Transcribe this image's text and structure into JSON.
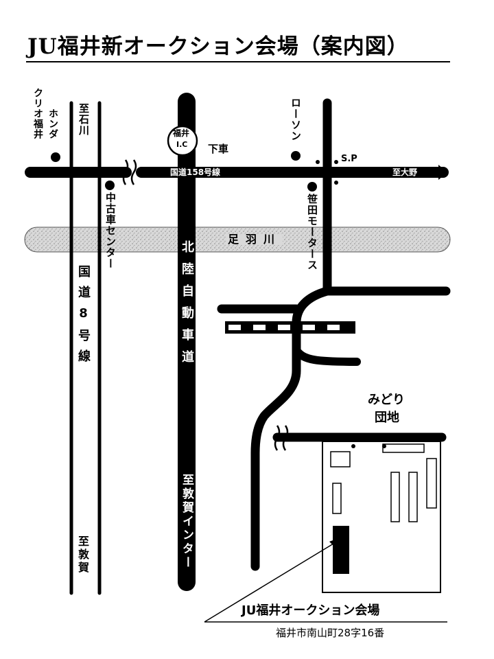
{
  "title": "JU福井新オークション会場（案内図）",
  "labels": {
    "kurio_fukui": "クリオ福井",
    "honda": "ホンダ",
    "to_ishikawa": "至石川",
    "fukui_ic_top": "福井",
    "fukui_ic_bottom": "I.C",
    "exit_here": "下車",
    "lawson": "ローソン",
    "sp": "S.P",
    "route158": "国道158号線",
    "to_ono": "至大野",
    "used_car_center": "中古車センター",
    "sasada_motors": "笹田モータース",
    "river": "足羽川",
    "route8": "国道8号線",
    "expressway": "北陸自動車道",
    "to_tsuruga_ic": "至敦賀インター",
    "to_tsuruga": "至敦賀",
    "midori_line1": "みどり",
    "midori_line2": "団地"
  },
  "venue": {
    "name": "JU福井オークション会場",
    "address": "福井市南山町28字16番"
  },
  "colors": {
    "road": "#000000",
    "river_fill": "#d9d9d9",
    "background": "#ffffff"
  }
}
